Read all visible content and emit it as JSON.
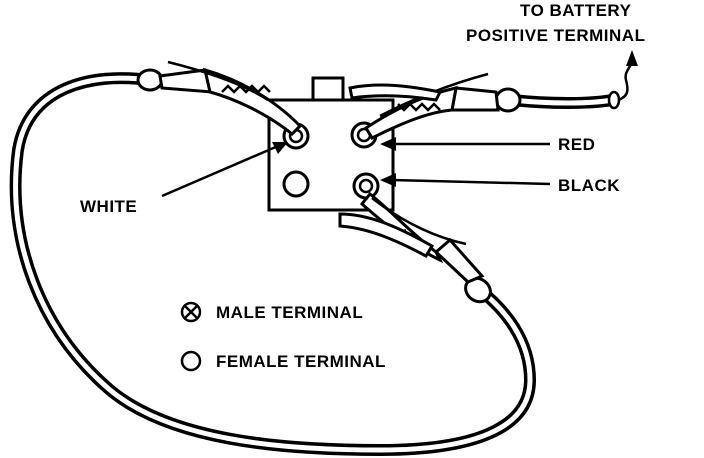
{
  "labels": {
    "to_battery_line1": "TO BATTERY",
    "to_battery_line2": "POSITIVE TERMINAL",
    "red": "RED",
    "black": "BLACK",
    "white": "WHITE"
  },
  "legend": {
    "male": {
      "symbol": "male-terminal-symbol",
      "text": "MALE TERMINAL"
    },
    "female": {
      "symbol": "female-terminal-symbol",
      "text": "FEMALE TERMINAL"
    }
  },
  "colors": {
    "ink": "#000000",
    "paper": "#ffffff"
  }
}
